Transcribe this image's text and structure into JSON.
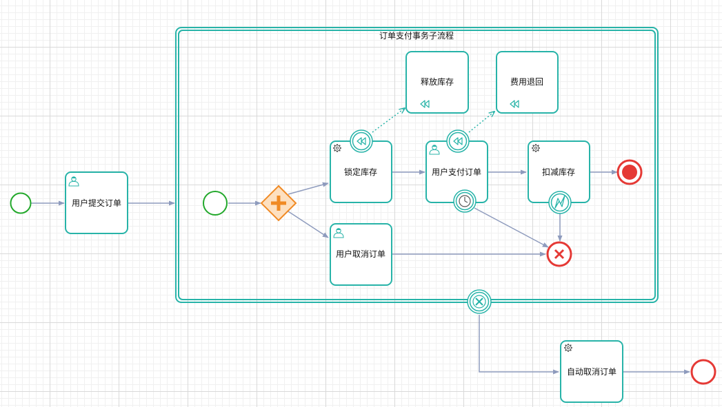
{
  "diagram": {
    "subprocess_title": "订单支付事务子流程",
    "tasks": {
      "user_submit_order": "用户提交订单",
      "lock_inventory": "锁定库存",
      "user_pay_order": "用户支付订单",
      "deduct_inventory": "扣减库存",
      "user_cancel_order": "用户取消订单",
      "release_inventory": "释放库存",
      "refund_fee": "费用退回",
      "auto_cancel_order": "自动取消订单"
    },
    "icons": {
      "user_task": "user-icon",
      "service_task": "gear-icon",
      "compensation": "rewind-icon",
      "gateway": "parallel-gateway-plus-icon",
      "timer": "clock-icon",
      "error": "lightning-icon",
      "cancel": "x-icon"
    },
    "colors": {
      "task_border": "#27b3a8",
      "flow": "#8e9bbd",
      "start_event": "#22a82b",
      "end_event": "#e53935",
      "gateway_fill": "#fde0c0",
      "gateway_stroke": "#f08a24"
    }
  }
}
